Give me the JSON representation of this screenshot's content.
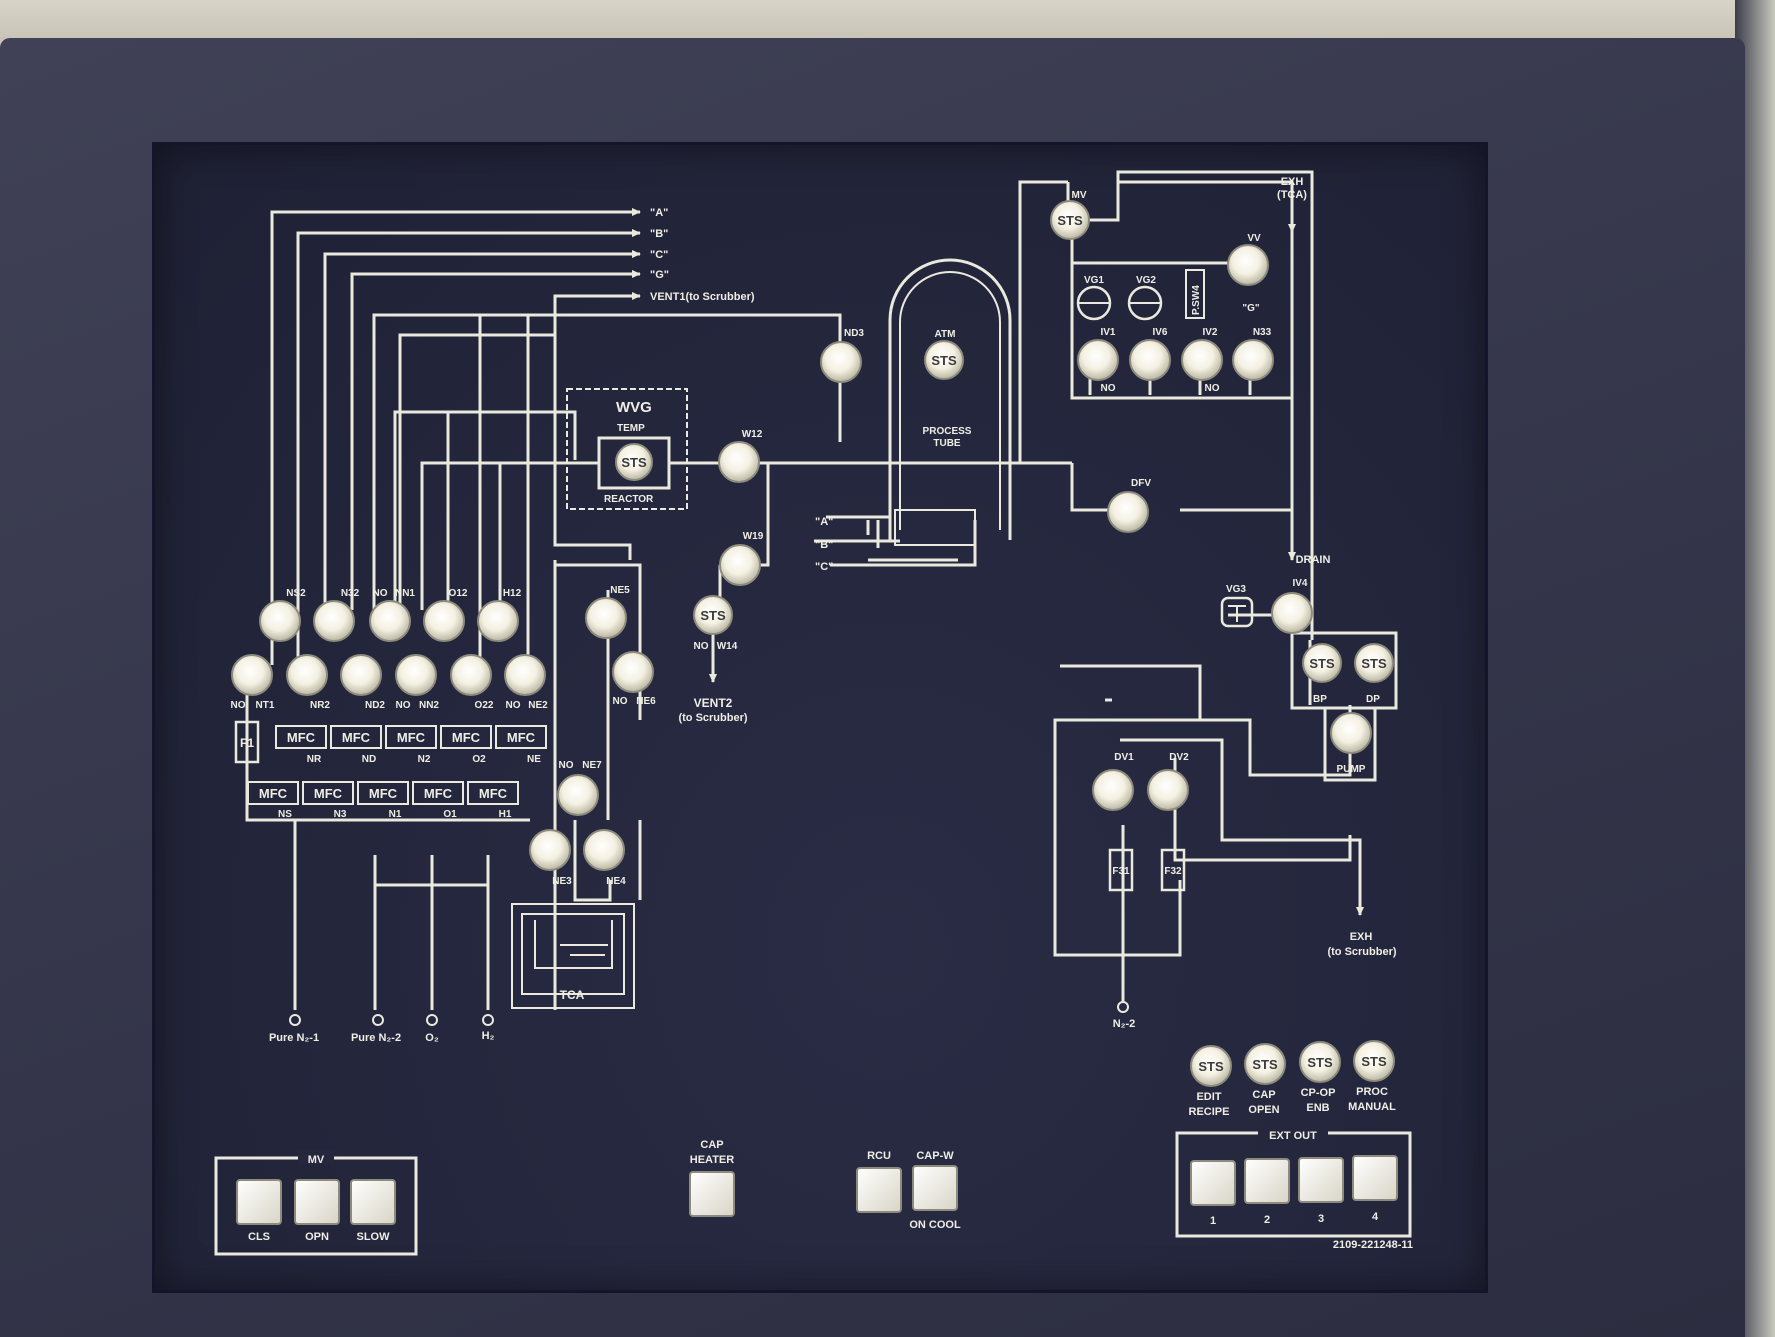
{
  "lines_out": {
    "a": "\"A\"",
    "b": "\"B\"",
    "c": "\"C\"",
    "g": "\"G\"",
    "vent1": "VENT1(to Scrubber)"
  },
  "wvg": {
    "title": "WVG",
    "temp": "TEMP",
    "reactor": "REACTOR",
    "sts": "STS"
  },
  "valves": {
    "nd3": "ND3",
    "w12": "W12",
    "w19": "W19",
    "w14": "W14",
    "no_w14": "NO",
    "mv": "MV",
    "vv": "VV",
    "vg1": "VG1",
    "vg2": "VG2",
    "psw4": "P.SW4",
    "g_lbl": "\"G\"",
    "iv1": "IV1",
    "iv6": "IV6",
    "iv2": "IV2",
    "n33": "N33",
    "no1": "NO",
    "no2": "NO",
    "dfv": "DFV",
    "vg3": "VG3",
    "iv4": "IV4",
    "dv1": "DV1",
    "dv2": "DV2",
    "f31": "F31",
    "f32": "F32",
    "ns2": "NS2",
    "n32": "N32",
    "no_a": "NO",
    "nn1": "NN1",
    "o12": "O12",
    "h12": "H12",
    "ne5": "NE5",
    "no_b": "NO",
    "nt1": "NT1",
    "nr2": "NR2",
    "nd2": "ND2",
    "no_c": "NO",
    "nn2": "NN2",
    "o22": "O22",
    "no_d": "NO",
    "ne2": "NE2",
    "no_e": "NO",
    "ne6": "NE6",
    "no_f": "NO",
    "ne7": "NE7",
    "ne3": "NE3",
    "ne4": "NE4",
    "f1": "F1",
    "mfc": "MFC",
    "nr": "NR",
    "nd": "ND",
    "n2": "N2",
    "o2": "O2",
    "ne": "NE",
    "ns": "NS",
    "n3": "N3",
    "n1": "N1",
    "o1": "O1",
    "h1": "H1",
    "tca": "TCA"
  },
  "tube": {
    "atm": "ATM",
    "process": "PROCESS",
    "tube": "TUBE",
    "sts": "STS"
  },
  "exh": {
    "exh_top": "EXH",
    "tca": "(TCA)",
    "drain": "DRAIN",
    "bp": "BP",
    "dp": "DP",
    "pump": "PUMP",
    "exh_bottom": "EXH",
    "to_scrubber": "(to Scrubber)",
    "n2_2": "N₂-2",
    "sts": "STS"
  },
  "vent2": {
    "title": "VENT2",
    "sub": "(to Scrubber)"
  },
  "side_in": {
    "a": "\"A\"",
    "b": "\"B\"",
    "c": "\"C\""
  },
  "sources": {
    "pure_n2_1": "Pure N₂-1",
    "pure_n2_2": "Pure N₂-2",
    "o2": "O₂",
    "h2": "H₂"
  },
  "status_buttons": [
    {
      "sts": "STS",
      "line1": "EDIT",
      "line2": "RECIPE"
    },
    {
      "sts": "STS",
      "line1": "CAP",
      "line2": "OPEN"
    },
    {
      "sts": "STS",
      "line1": "CP-OP",
      "line2": "ENB"
    },
    {
      "sts": "STS",
      "line1": "PROC",
      "line2": "MANUAL"
    }
  ],
  "mv_group": {
    "title": "MV",
    "cls": "CLS",
    "opn": "OPN",
    "slow": "SLOW"
  },
  "cap_heater": {
    "line1": "CAP",
    "line2": "HEATER"
  },
  "rcu": "RCU",
  "cap_w": {
    "title": "CAP-W",
    "sub": "ON COOL"
  },
  "ext_out": {
    "title": "EXT OUT",
    "n1": "1",
    "n2": "2",
    "n3": "3",
    "n4": "4"
  },
  "part_number": "2109-221248-11"
}
